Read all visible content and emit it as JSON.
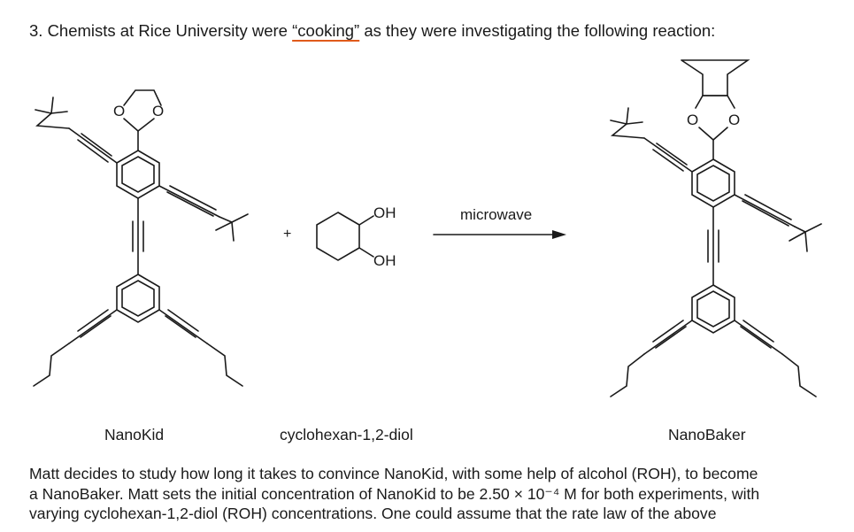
{
  "question": {
    "prefix": "3. Chemists at Rice University were ",
    "highlight": "“cooking”",
    "suffix": " as they were investigating the following reaction:"
  },
  "scheme": {
    "plus_sign": "+",
    "condition": "microwave",
    "oxygen_label": "O",
    "hydroxyl_label": "OH",
    "hydroxyl_label_lower": "OH"
  },
  "captions": {
    "reactant_1": "NanoKid",
    "reactant_2": "cyclohexan-1,2-diol",
    "product": "NanoBaker"
  },
  "paragraph": {
    "line1": "Matt decides to study how long it takes to convince NanoKid, with some help of alcohol (ROH), to become",
    "line2": "a NanoBaker. Matt sets the initial concentration of NanoKid to be 2.50 × 10⁻⁴ M for both experiments, with",
    "line3": "varying cyclohexan-1,2-diol (ROH) concentrations. One could assume that the rate law of the above"
  },
  "colors": {
    "underline": "#e05a1a",
    "text": "#1a1a1a"
  }
}
